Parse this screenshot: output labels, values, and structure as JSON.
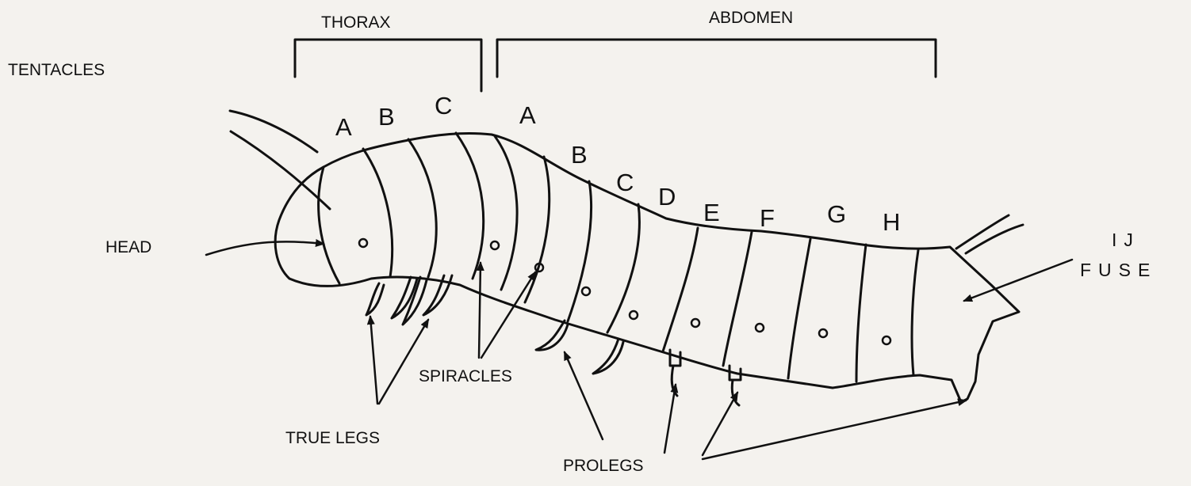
{
  "diagram": {
    "labels": {
      "thorax": "THORAX",
      "abdomen": "ABDOMEN",
      "tentacles": "TENTACLES",
      "head": "HEAD",
      "spiracles": "SPIRACLES",
      "true_legs": "TRUE LEGS",
      "prolegs": "PROLEGS",
      "ij": "IJ",
      "fuse": "FUSE"
    },
    "thorax_segments": [
      "A",
      "B",
      "C"
    ],
    "abdomen_segments": [
      "A",
      "B",
      "C",
      "D",
      "E",
      "F",
      "G",
      "H"
    ]
  }
}
